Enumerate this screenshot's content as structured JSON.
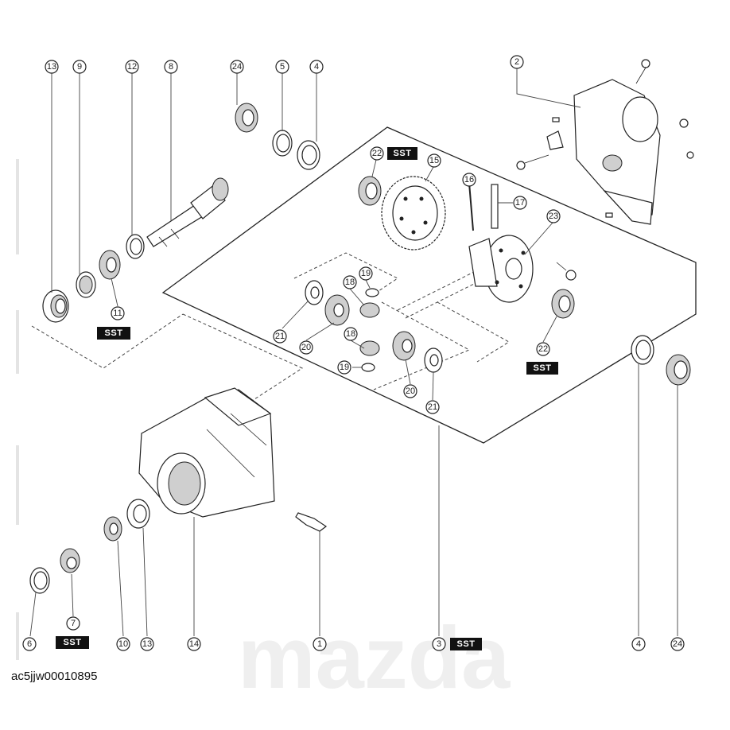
{
  "figure_id": "ac5jjw00010895",
  "sst_label": "SST",
  "watermark": "mazda",
  "callouts": {
    "c13a": "13",
    "c9": "9",
    "c12": "12",
    "c8": "8",
    "c24a": "24",
    "c5": "5",
    "c4a": "4",
    "c2": "2",
    "c22a": "22",
    "c15": "15",
    "c16": "16",
    "c17": "17",
    "c23": "23",
    "c19a": "19",
    "c18a": "18",
    "c21a": "21",
    "c20a": "20",
    "c18b": "18",
    "c19b": "19",
    "c20b": "20",
    "c21b": "21",
    "c22b": "22",
    "c11": "11",
    "c4b": "4",
    "c24b": "24",
    "c6": "6",
    "c7": "7",
    "c10": "10",
    "c13b": "13",
    "c14": "14",
    "c1": "1",
    "c3": "3"
  }
}
